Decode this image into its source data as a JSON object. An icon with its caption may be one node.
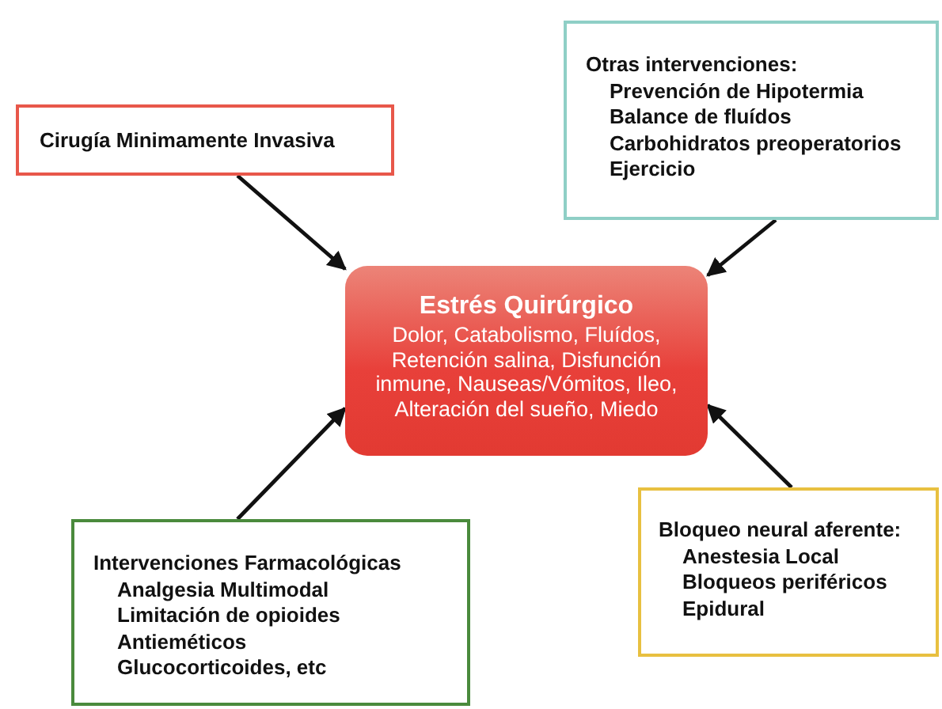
{
  "diagram": {
    "nodes": [
      {
        "text": [
          "Estrés Quirúrgico",
          "Dolor, Catabolismo, Fluídos, Retención salina, Disfunción inmune, Nauseas/Vómitos, Ileo, Alteración del sueño, Miedo"
        ]
      },
      {
        "text": [
          "Cirugía Minimamente Invasiva"
        ]
      },
      {
        "text": [
          "Otras intervenciones:",
          "Prevención de Hipotermia",
          "Balance de fluídos",
          "Carbohidratos preoperatorios",
          "Ejercicio"
        ]
      },
      {
        "text": [
          "Intervenciones Farmacológicas",
          "Analgesia Multimodal",
          "Limitación de opioides",
          "Antieméticos",
          "Glucocorticoides, etc"
        ]
      },
      {
        "text": [
          "Bloqueo neural aferente:",
          "Anestesia Local",
          "Bloqueos periféricos",
          "Epidural"
        ]
      }
    ],
    "edges": [
      {
        "from": 1,
        "to": 0,
        "arrow": "to"
      },
      {
        "from": 2,
        "to": 0,
        "arrow": "to"
      },
      {
        "from": 3,
        "to": 0,
        "arrow": "to"
      },
      {
        "from": 4,
        "to": 0,
        "arrow": "to"
      }
    ]
  }
}
